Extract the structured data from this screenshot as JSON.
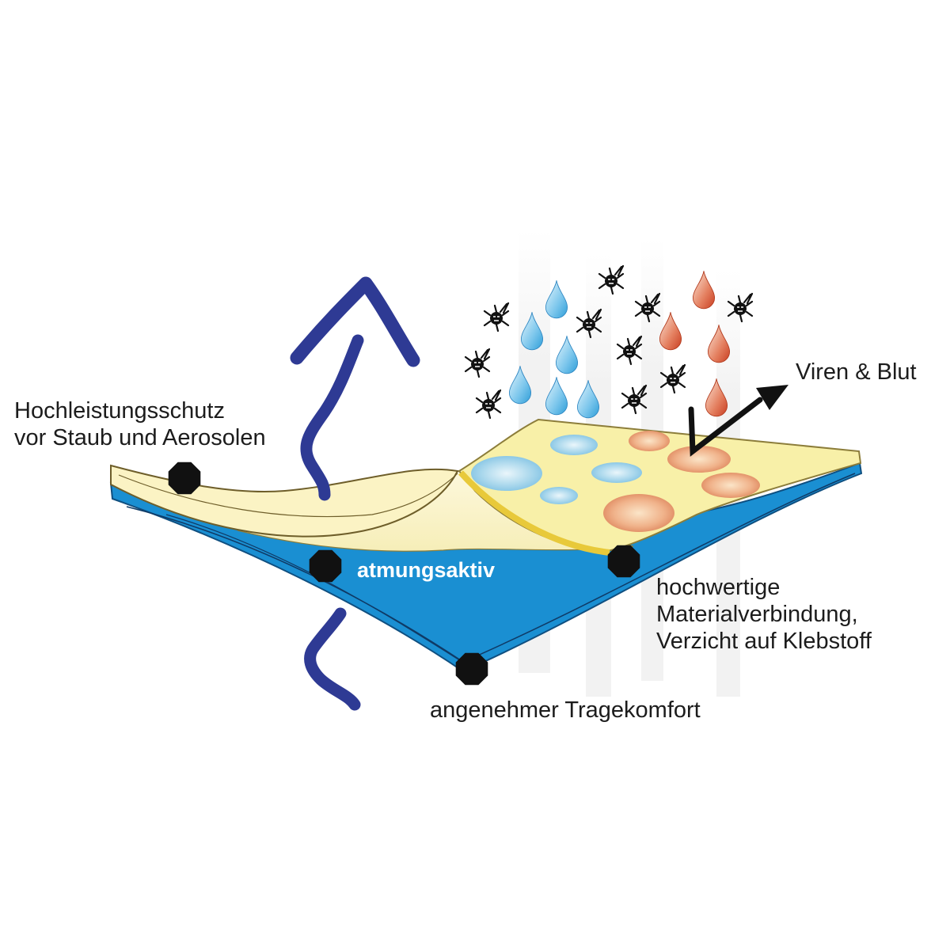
{
  "title": "",
  "labels": {
    "protection": [
      "Hochleistungsschutz",
      "vor Staub und Aerosolen"
    ],
    "breathable": "atmungsaktiv",
    "viruses_blood": "Viren & Blut",
    "bonding": [
      "hochwertige",
      "Materialverbindung,",
      "Verzicht auf Klebstoff"
    ],
    "comfort": "angenehmer Tragekomfort"
  },
  "icons": [
    "water-drop-icon",
    "blood-drop-icon",
    "virus-icon",
    "octagon-marker-icon",
    "arrow-icon"
  ],
  "colors": {
    "yellow_layer": "#f8f0a8",
    "cream_layer": "#fbf5d4",
    "blue_layer": "#1a8fd2",
    "arrow_blue": "#2e3a94",
    "water_drop": "#6fc3ea",
    "blood_drop": "#d8553a",
    "marker": "#111111"
  }
}
